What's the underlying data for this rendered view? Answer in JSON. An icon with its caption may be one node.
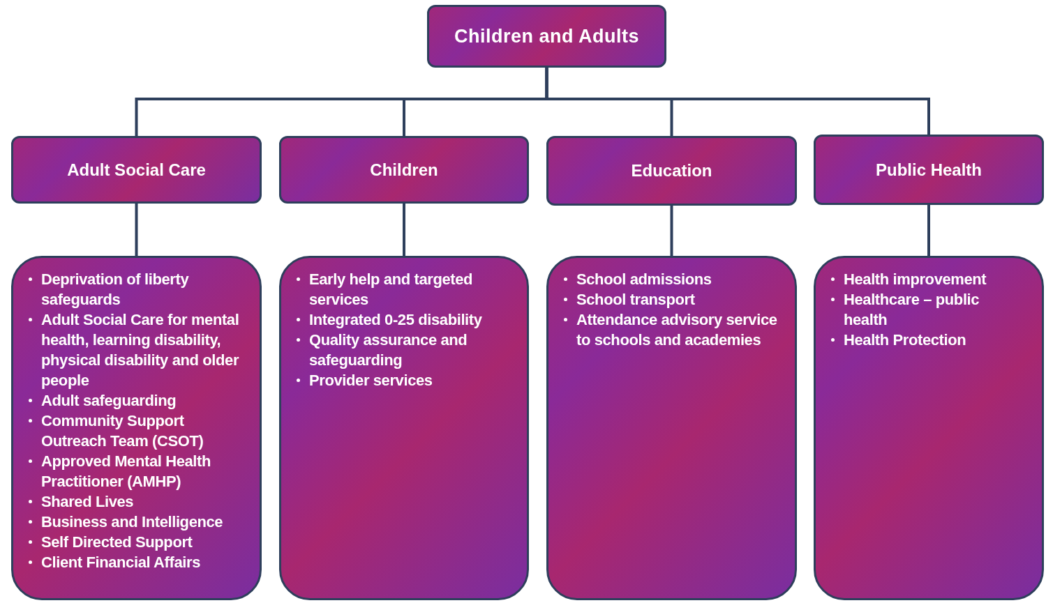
{
  "diagram": {
    "nodes": [
      {
        "text": [
          "Children and Adults"
        ]
      },
      {
        "text": [
          "Adult Social Care"
        ]
      },
      {
        "text": [
          "Children"
        ]
      },
      {
        "text": [
          "Education"
        ]
      },
      {
        "text": [
          "Public Health"
        ]
      },
      {
        "text": [
          "Deprivation of liberty safeguards",
          "Adult Social Care for mental health, learning disability, physical disability and older people",
          "Adult safeguarding",
          "Community Support Outreach Team (CSOT)",
          "Approved Mental Health Practitioner (AMHP)",
          "Shared Lives",
          "Business and Intelligence",
          "Self Directed Support",
          "Client Financial Affairs"
        ]
      },
      {
        "text": [
          "Early help and targeted services",
          "Integrated 0-25 disability",
          "Quality assurance and safeguarding",
          "Provider services"
        ]
      },
      {
        "text": [
          "School admissions",
          "School transport",
          "Attendance advisory service to schools and academies"
        ]
      },
      {
        "text": [
          "Health improvement",
          "Healthcare – public health",
          "Health Protection"
        ]
      }
    ],
    "edges": [
      {
        "from": 0,
        "to": 1,
        "arrow": "none"
      },
      {
        "from": 0,
        "to": 2,
        "arrow": "none"
      },
      {
        "from": 0,
        "to": 3,
        "arrow": "none"
      },
      {
        "from": 0,
        "to": 4,
        "arrow": "none"
      },
      {
        "from": 1,
        "to": 5,
        "arrow": "none"
      },
      {
        "from": 2,
        "to": 6,
        "arrow": "none"
      },
      {
        "from": 3,
        "to": 7,
        "arrow": "none"
      },
      {
        "from": 4,
        "to": 8,
        "arrow": "none"
      }
    ]
  }
}
